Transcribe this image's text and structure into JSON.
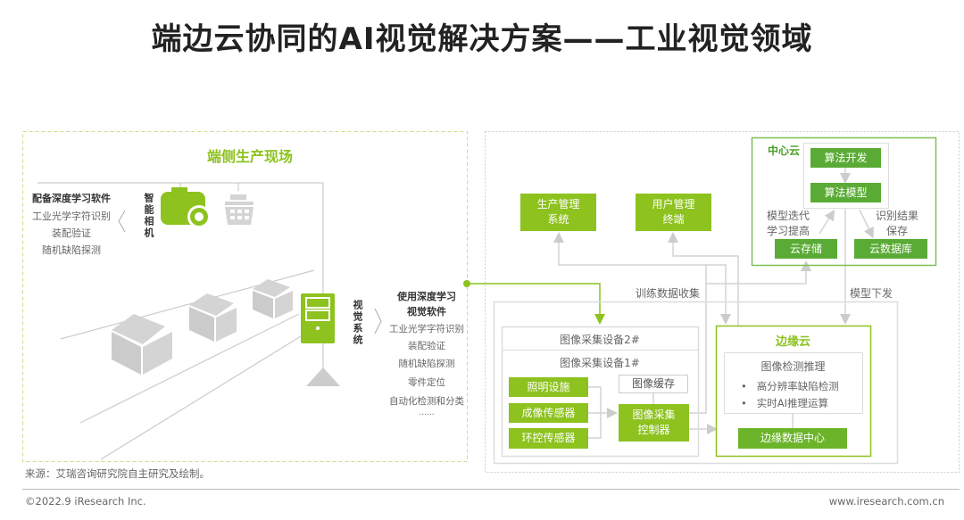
{
  "title": "端边云协同的AI视觉解决方案——工业视觉领域",
  "edge_site": {
    "title": "端侧生产现场",
    "camera_software_title": "配备深度学习软件",
    "camera_software_items": [
      "工业光学字符识别",
      "装配验证",
      "随机缺陷探测"
    ],
    "camera_label": "智能相机",
    "vision_label": "视觉系统",
    "vision_software_title": [
      "使用深度学习",
      "视觉软件"
    ],
    "vision_software_items": [
      "工业光学字符识别",
      "装配验证",
      "随机缺陷探测",
      "零件定位",
      "自动化检测和分类",
      "......"
    ]
  },
  "center_cloud": {
    "label": "中心云",
    "algo_dev": "算法开发",
    "algo_model": "算法模型",
    "iterate": [
      "模型迭代",
      "学习提高"
    ],
    "save": [
      "识别结果",
      "保存"
    ],
    "storage": "云存储",
    "database": "云数据库"
  },
  "mgmt": {
    "production": [
      "生产管理",
      "系统"
    ],
    "user": [
      "用户管理",
      "终端"
    ]
  },
  "flows": {
    "train": "训练数据收集",
    "deploy": "模型下发"
  },
  "capture": {
    "dev2": "图像采集设备2#",
    "dev1": "图像采集设备1#",
    "light": "照明设施",
    "imaging": "成像传感器",
    "env": "环控传感器",
    "cache": "图像缓存",
    "controller": [
      "图像采集",
      "控制器"
    ]
  },
  "edge_cloud": {
    "label": "边缘云",
    "infer_title": "图像检测推理",
    "bullets": [
      "高分辨率缺陷检测",
      "实时AI推理运算"
    ],
    "datacenter": "边缘数据中心"
  },
  "footer": {
    "source": "来源：艾瑞咨询研究院自主研究及绘制。",
    "copyright": "©2022.9 iResearch Inc.",
    "website": "www.iresearch.com.cn"
  },
  "colors": {
    "lime": "#8dc21f",
    "dark_green": "#5aab35"
  }
}
